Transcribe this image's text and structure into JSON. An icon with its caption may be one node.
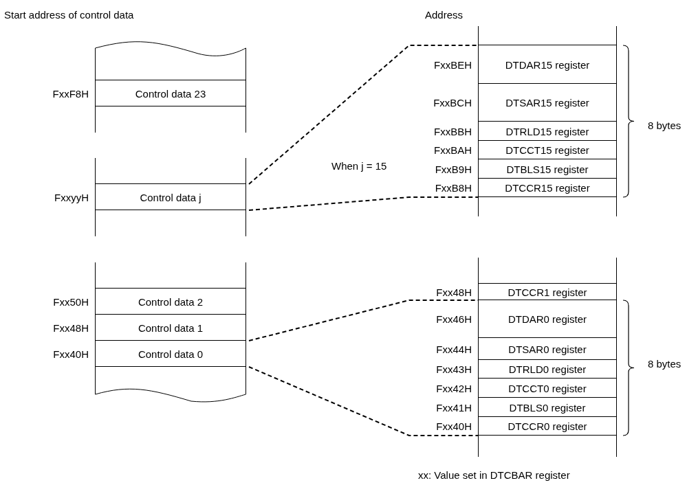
{
  "diagram": {
    "nodes": [
      {
        "text": [],
        "shape": "box"
      },
      {
        "text": [
          "Control data 23"
        ],
        "beside": [
          "FxxF8H"
        ]
      },
      {
        "text": [],
        "shape": "box"
      },
      {
        "text": [],
        "shape": "box"
      },
      {
        "text": [
          "Control data j"
        ],
        "beside": [
          "FxxyyH"
        ]
      },
      {
        "text": [],
        "shape": "box"
      },
      {
        "text": [],
        "shape": "box"
      },
      {
        "text": [
          "Control data 2"
        ],
        "beside": [
          "Fxx50H"
        ]
      },
      {
        "text": [
          "Control data 1"
        ],
        "beside": [
          "Fxx48H"
        ]
      },
      {
        "text": [
          "Control data 0"
        ],
        "beside": [
          "Fxx40H"
        ]
      },
      {
        "text": [],
        "shape": "box"
      },
      {
        "text": [],
        "shape": "box"
      },
      {
        "text": [
          "DTDAR15 register"
        ],
        "beside": [
          "FxxBEH"
        ]
      },
      {
        "text": [
          "DTSAR15 register"
        ],
        "beside": [
          "FxxBCH"
        ]
      },
      {
        "text": [
          "DTRLD15 register"
        ],
        "beside": [
          "FxxBBH"
        ]
      },
      {
        "text": [
          "DTCCT15 register"
        ],
        "beside": [
          "FxxBAH"
        ]
      },
      {
        "text": [
          "DTBLS15 register"
        ],
        "beside": [
          "FxxB9H"
        ]
      },
      {
        "text": [
          "DTCCR15 register"
        ],
        "beside": [
          "FxxB8H"
        ]
      },
      {
        "text": [],
        "shape": "box"
      },
      {
        "text": [],
        "shape": "box"
      },
      {
        "text": [
          "DTCCR1 register"
        ],
        "beside": [
          "Fxx48H"
        ]
      },
      {
        "text": [
          "DTDAR0 register"
        ],
        "beside": [
          "Fxx46H"
        ]
      },
      {
        "text": [
          "DTSAR0 register"
        ],
        "beside": [
          "Fxx44H"
        ]
      },
      {
        "text": [
          "DTRLD0 register"
        ],
        "beside": [
          "Fxx43H"
        ]
      },
      {
        "text": [
          "DTCCT0 register"
        ],
        "beside": [
          "Fxx42H"
        ]
      },
      {
        "text": [
          "DTBLS0 register"
        ],
        "beside": [
          "Fxx41H"
        ]
      },
      {
        "text": [
          "DTCCR0 register"
        ],
        "beside": [
          "Fxx40H"
        ]
      },
      {
        "text": [],
        "shape": "box"
      }
    ],
    "edges": [
      {
        "from": 4,
        "to": 12,
        "arrow": "none",
        "style": "dashed"
      },
      {
        "from": 4,
        "to": 17,
        "arrow": "none",
        "style": "dashed"
      },
      {
        "from": 9,
        "to": 21,
        "arrow": "none",
        "style": "dashed"
      },
      {
        "from": 9,
        "to": 26,
        "arrow": "none",
        "style": "dashed"
      }
    ],
    "labels": [
      "Start address of control data",
      "Address",
      "8 bytes",
      "When j = 15",
      "8 bytes",
      "xx: Value set in DTCBAR register"
    ]
  }
}
